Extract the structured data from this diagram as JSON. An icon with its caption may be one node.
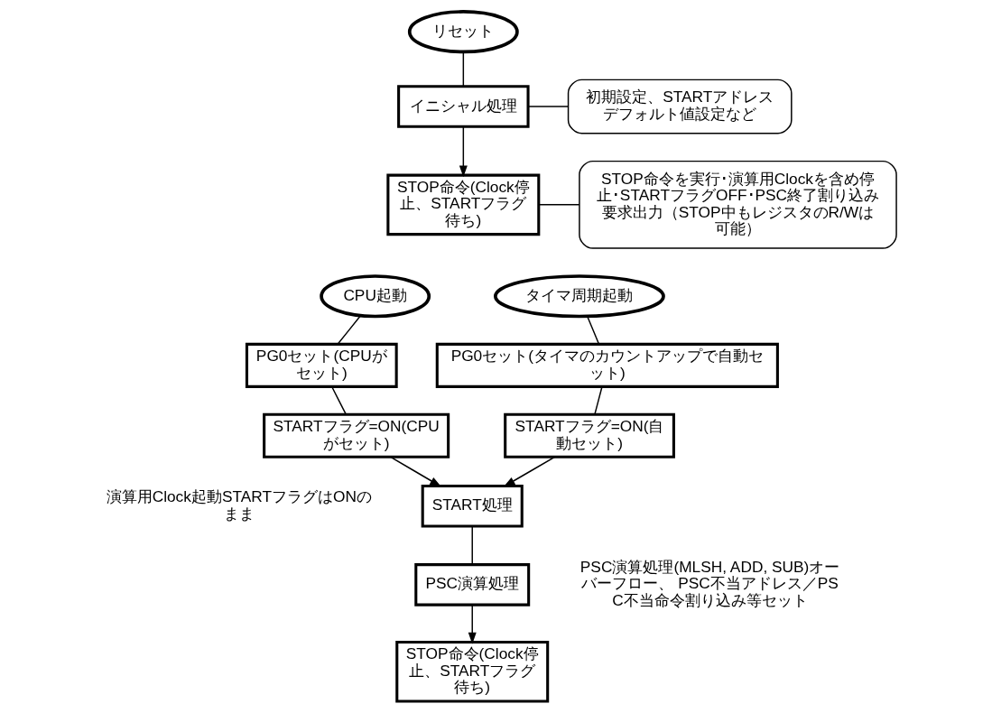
{
  "diagram": {
    "nodes": [
      {
        "text": [
          "リセット"
        ]
      },
      {
        "text": [
          "初期設定、STARTアドレスデフォルト値設定など"
        ]
      },
      {
        "text": [
          "イニシャル処理"
        ]
      },
      {
        "text": [
          "STOP命令(Clock停止、STARTフラグ待ち)"
        ]
      },
      {
        "text": [
          "STOP命令を実行･演算用Clockを含め停止･STARTフラグOFF･PSC終了割り込み要求出力（STOP中もレジスタのR/Wは可能）"
        ]
      },
      {
        "text": [
          "CPU起動"
        ]
      },
      {
        "text": [
          "タイマ周期起動"
        ]
      },
      {
        "text": [
          "PG0セット(CPUがセット)"
        ]
      },
      {
        "text": [
          "PG0セット(タイマのカウントアップで自動セット)"
        ]
      },
      {
        "text": [
          "STARTフラグ=ON(CPUがセット)"
        ]
      },
      {
        "text": [
          "STARTフラグ=ON(自動セット)"
        ]
      },
      {
        "text": [
          "START処理"
        ]
      },
      {
        "text": [
          "PSC演算処理"
        ]
      },
      {
        "text": [
          "STOP命令(Clock停止、STARTフラグ待ち)"
        ]
      }
    ],
    "edges": [
      {
        "from": 0,
        "to": 2,
        "arrow": "none"
      },
      {
        "from": 1,
        "to": 2,
        "arrow": "none"
      },
      {
        "from": 2,
        "to": 3,
        "arrow": "to"
      },
      {
        "from": 4,
        "to": 3,
        "arrow": "none"
      },
      {
        "from": 5,
        "to": 7,
        "arrow": "none"
      },
      {
        "from": 6,
        "to": 8,
        "arrow": "none"
      },
      {
        "from": 7,
        "to": 9,
        "arrow": "none"
      },
      {
        "from": 8,
        "to": 10,
        "arrow": "none"
      },
      {
        "from": 9,
        "to": 11,
        "arrow": "to"
      },
      {
        "from": 10,
        "to": 11,
        "arrow": "to"
      },
      {
        "from": 11,
        "to": 12,
        "arrow": "none"
      },
      {
        "from": 12,
        "to": 13,
        "arrow": "to"
      }
    ],
    "labels": [
      "演算用Clock起動STARTフラグはONのまま",
      "PSC演算処理(MLSH, ADD, SUB)オーバーフロー、 PSC不当アドレス／PSC不当命令割り込み等セット"
    ]
  }
}
